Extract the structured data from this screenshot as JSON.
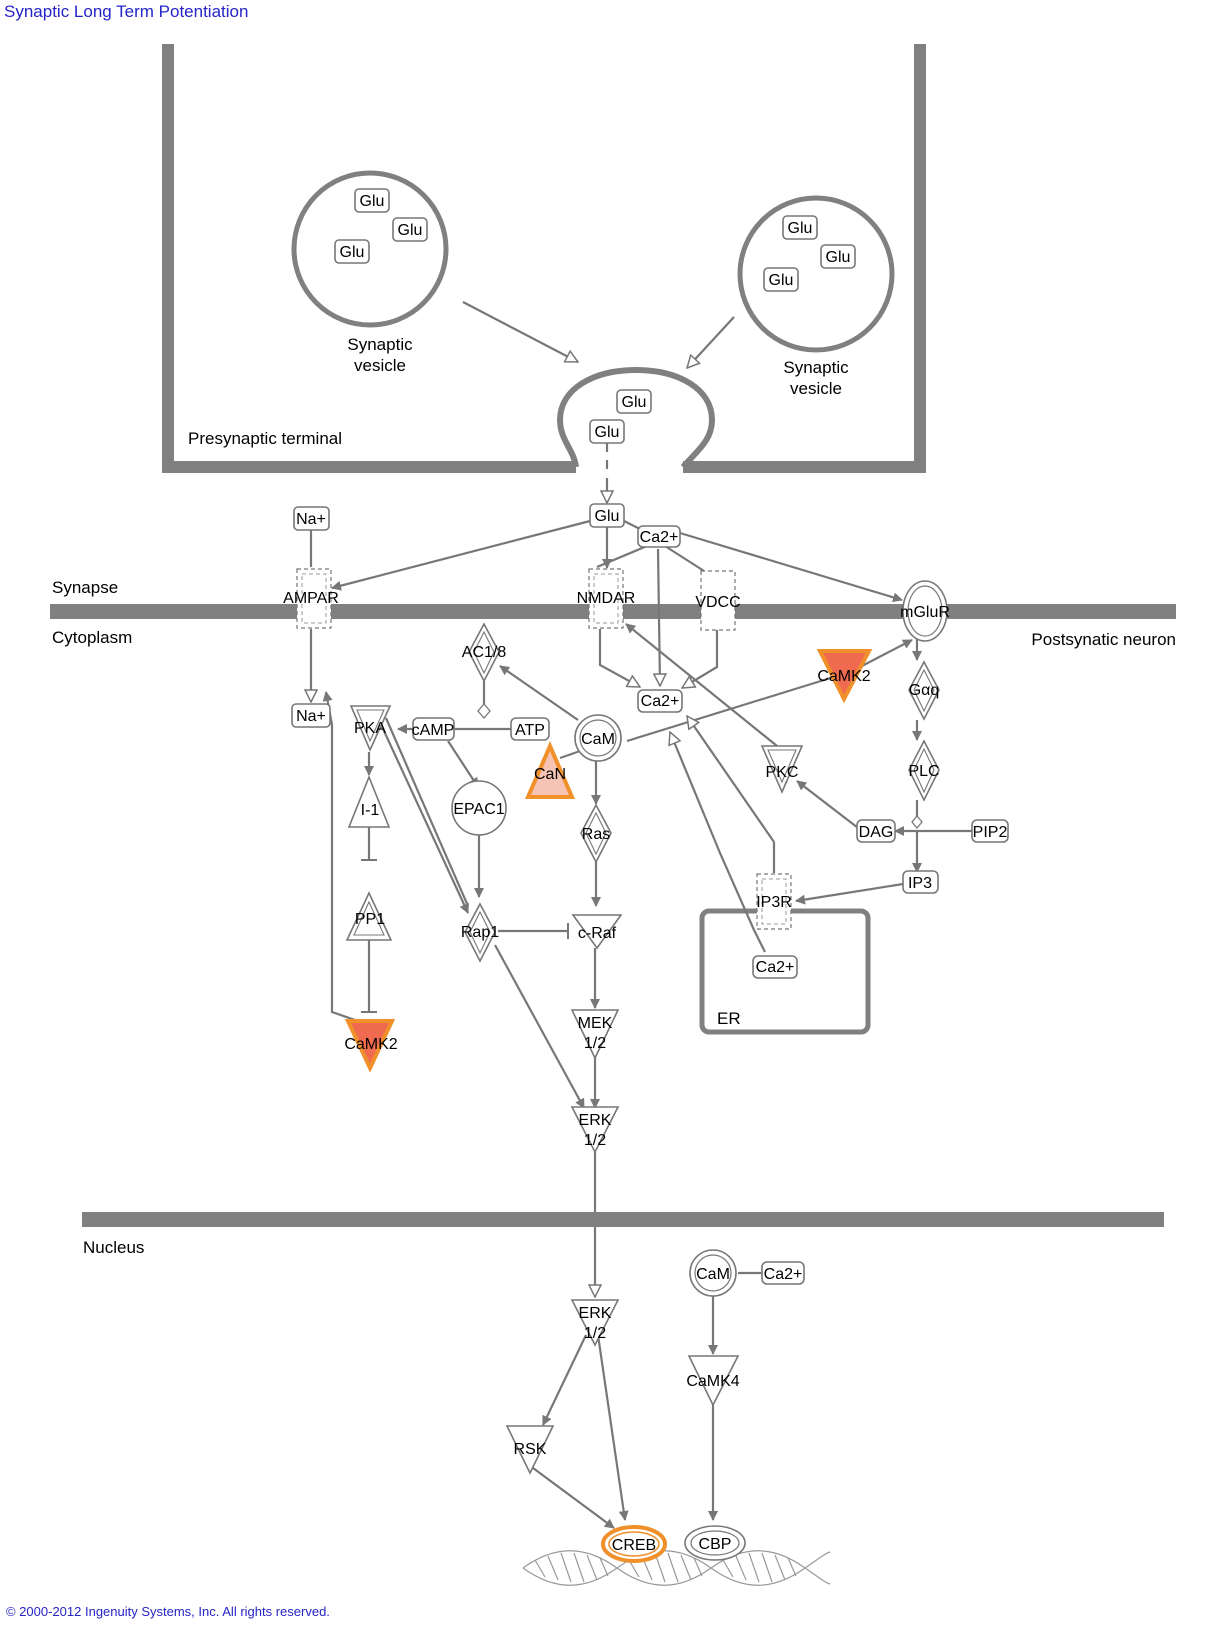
{
  "title": "Synaptic Long Term Potentiation",
  "copyright": "© 2000-2012 Ingenuity Systems, Inc. All rights reserved.",
  "regions": {
    "presynaptic": "Presynaptic terminal",
    "synapse": "Synapse",
    "cytoplasm": "Cytoplasm",
    "postsynaptic": "Postsynatic neuron",
    "nucleus": "Nucleus",
    "er": "ER",
    "vesicle_left_line1": "Synaptic",
    "vesicle_left_line2": "vesicle",
    "vesicle_right_line1": "Synaptic",
    "vesicle_right_line2": "vesicle"
  },
  "colors": {
    "line": "#777777",
    "membrane": "#808080",
    "highlight_stroke": "#f0902a",
    "highlight_fill": "#f06a50",
    "highlight_light": "#f7c3b4",
    "link": "#2424c8"
  },
  "nodes": {
    "vglu1": "Glu",
    "vglu2": "Glu",
    "vglu3": "Glu",
    "vglu4": "Glu",
    "vglu5": "Glu",
    "vglu6": "Glu",
    "cleft_glu1": "Glu",
    "cleft_glu2": "Glu",
    "glu": "Glu",
    "ca_top": "Ca2+",
    "na_top": "Na+",
    "na_bottom": "Na+",
    "ampar": "AMPAR",
    "nmdar": "NMDAR",
    "vdcc": "VDCC",
    "mglur": "mGluR",
    "ac18": "AC1/8",
    "ca_mid": "Ca2+",
    "camk2_top": "CaMK2",
    "gaq": "Gαq",
    "pka": "PKA",
    "camp": "cAMP",
    "atp": "ATP",
    "cam": "CaM",
    "can": "CaN",
    "epac1": "EPAC1",
    "pkc": "PKC",
    "plc": "PLC",
    "i1": "I-1",
    "ras": "Ras",
    "dag": "DAG",
    "pip2": "PIP2",
    "ip3": "IP3",
    "ip3r": "IP3R",
    "pp1": "PP1",
    "rap1": "Rap1",
    "craf": "c-Raf",
    "ca_er": "Ca2+",
    "mek_line1": "MEK",
    "mek_line2": "1/2",
    "camk2_bottom": "CaMK2",
    "erk_line1": "ERK",
    "erk_line2": "1/2",
    "cam_nuc": "CaM",
    "ca_nuc": "Ca2+",
    "erk_nuc_line1": "ERK",
    "erk_nuc_line2": "1/2",
    "camk4": "CaMK4",
    "rsk": "RSK",
    "creb": "CREB",
    "cbp": "CBP"
  }
}
